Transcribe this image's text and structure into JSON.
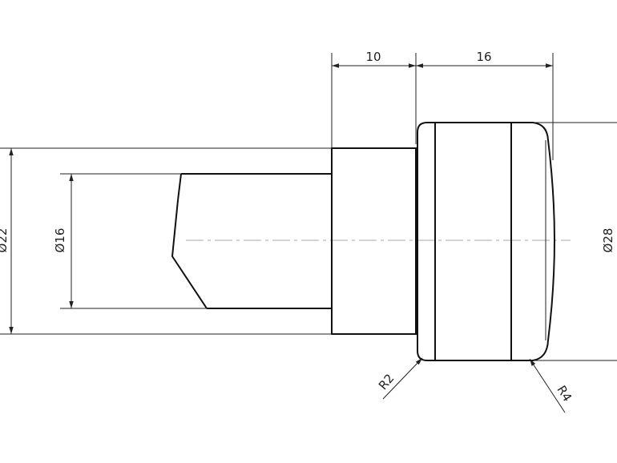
{
  "drawing": {
    "dimensions": {
      "len_hub": "10",
      "len_head": "16",
      "dia_shaft_outer": "Ø22",
      "dia_shaft_inner": "Ø16",
      "dia_head": "Ø28",
      "radius_small": "R2",
      "radius_large": "R4"
    }
  }
}
